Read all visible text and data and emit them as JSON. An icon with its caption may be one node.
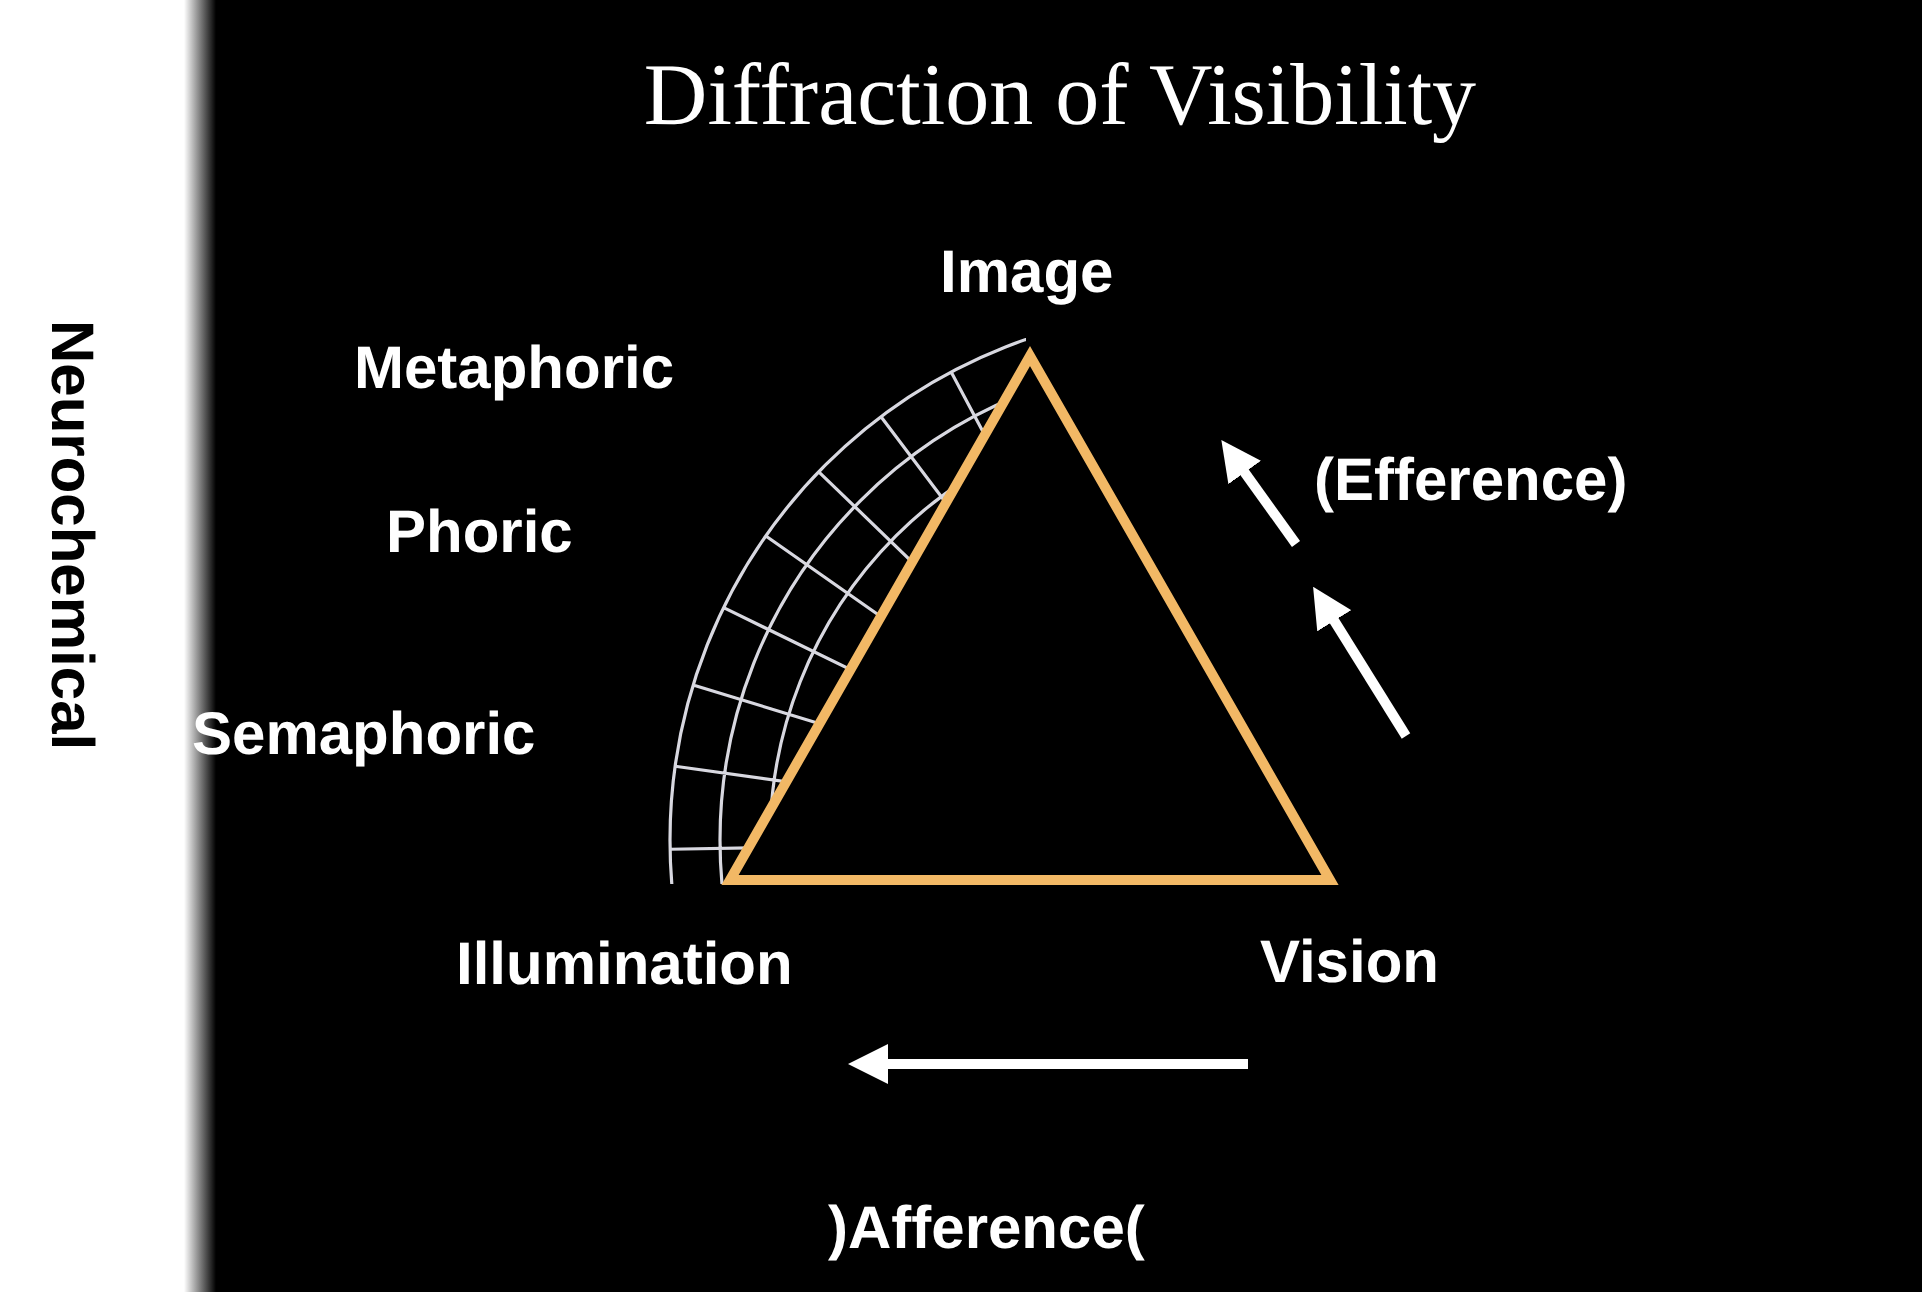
{
  "diagram": {
    "title": "Diffraction of Visibility",
    "labels": [
      "Image",
      "Metaphoric",
      "(Efference)",
      "Phoric",
      "Semaphoric",
      "Neurochemical",
      "Illumination",
      "Vision",
      ")Afference("
    ]
  }
}
